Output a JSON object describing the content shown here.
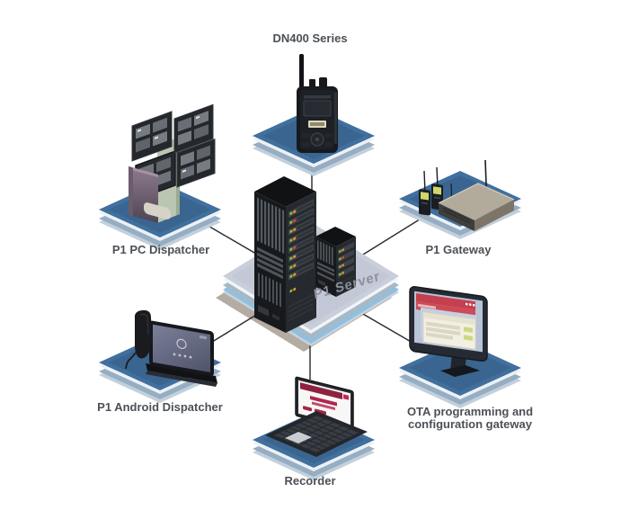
{
  "diagram": {
    "type": "network-topology",
    "center_node": {
      "label": "P1 Server",
      "icon": "server-rack-icon"
    },
    "nodes": [
      {
        "id": "dn400",
        "label": "DN400 Series",
        "icon": "portable-radio-icon",
        "position": "top"
      },
      {
        "id": "pc-dispatcher",
        "label": "P1 PC Dispatcher",
        "icon": "multi-monitor-icon",
        "position": "left"
      },
      {
        "id": "gateway",
        "label": "P1 Gateway",
        "icon": "router-icon",
        "position": "right"
      },
      {
        "id": "android-dispatcher",
        "label": "P1 Android Dispatcher",
        "icon": "desk-phone-icon",
        "position": "bottom-left"
      },
      {
        "id": "recorder",
        "label": "Recorder",
        "icon": "laptop-icon",
        "position": "bottom"
      },
      {
        "id": "ota-gateway",
        "label": "OTA programming and configuration gateway",
        "icon": "desktop-monitor-icon",
        "position": "bottom-right"
      }
    ],
    "connections": [
      {
        "from": "P1 Server",
        "to": "DN400 Series"
      },
      {
        "from": "P1 Server",
        "to": "P1 PC Dispatcher"
      },
      {
        "from": "P1 Server",
        "to": "P1 Gateway"
      },
      {
        "from": "P1 Server",
        "to": "P1 Android Dispatcher"
      },
      {
        "from": "P1 Server",
        "to": "Recorder"
      },
      {
        "from": "P1 Server",
        "to": "OTA programming and configuration gateway"
      }
    ],
    "colors": {
      "background": "#ffffff",
      "connector_line": "#26282b",
      "label_text": "#4c5056",
      "server_label_text": "#8a8f9a",
      "platform_blue_top": "#41709e",
      "platform_blue_side": "#96aec3",
      "platform_rim": "#ecf1f6",
      "server_platform_top": "#c9cedb",
      "server_platform_accent": "#8fc0e1",
      "shadow": "#b4aba3",
      "led_green": "#8dc63f",
      "led_amber": "#f2952f",
      "recorder_screen_accent": "#8e2140",
      "ota_window_accent": "#c4404e",
      "radio_display_accent": "#ded8b8",
      "gateway_radio_display": "#cdd869"
    }
  }
}
